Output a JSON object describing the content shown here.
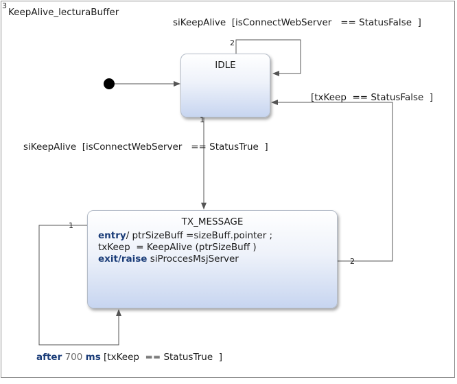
{
  "diagram": {
    "title": "KeepAlive_lecturaBuffer",
    "region_index": "3"
  },
  "states": {
    "idle": {
      "name": "IDLE"
    },
    "tx_message": {
      "name": "TX_MESSAGE",
      "entry_keyword": "entry",
      "entry_action": "/ ptrSizeBuff =sizeBuff.pointer ;",
      "action_line": "txKeep  = KeepAlive (ptrSizeBuff )",
      "exit_keyword": "exit/raise",
      "exit_action": " siProccesMsjServer"
    }
  },
  "transitions": {
    "idle_self": {
      "label": "siKeepAlive  [isConnectWebServer   == StatusFalse  ]",
      "priority": "2"
    },
    "idle_to_tx": {
      "label": "siKeepAlive  [isConnectWebServer   == StatusTrue  ]",
      "priority": "1"
    },
    "tx_to_idle": {
      "label": "[txKeep  == StatusFalse  ]",
      "priority": "2"
    },
    "tx_self": {
      "trigger_keyword": "after",
      "delay_value": "700",
      "delay_unit": "ms",
      "guard": " [txKeep  == StatusTrue  ]",
      "priority": "1"
    }
  },
  "colors": {
    "keyword": "#1a3c78",
    "wire": "#555555"
  }
}
